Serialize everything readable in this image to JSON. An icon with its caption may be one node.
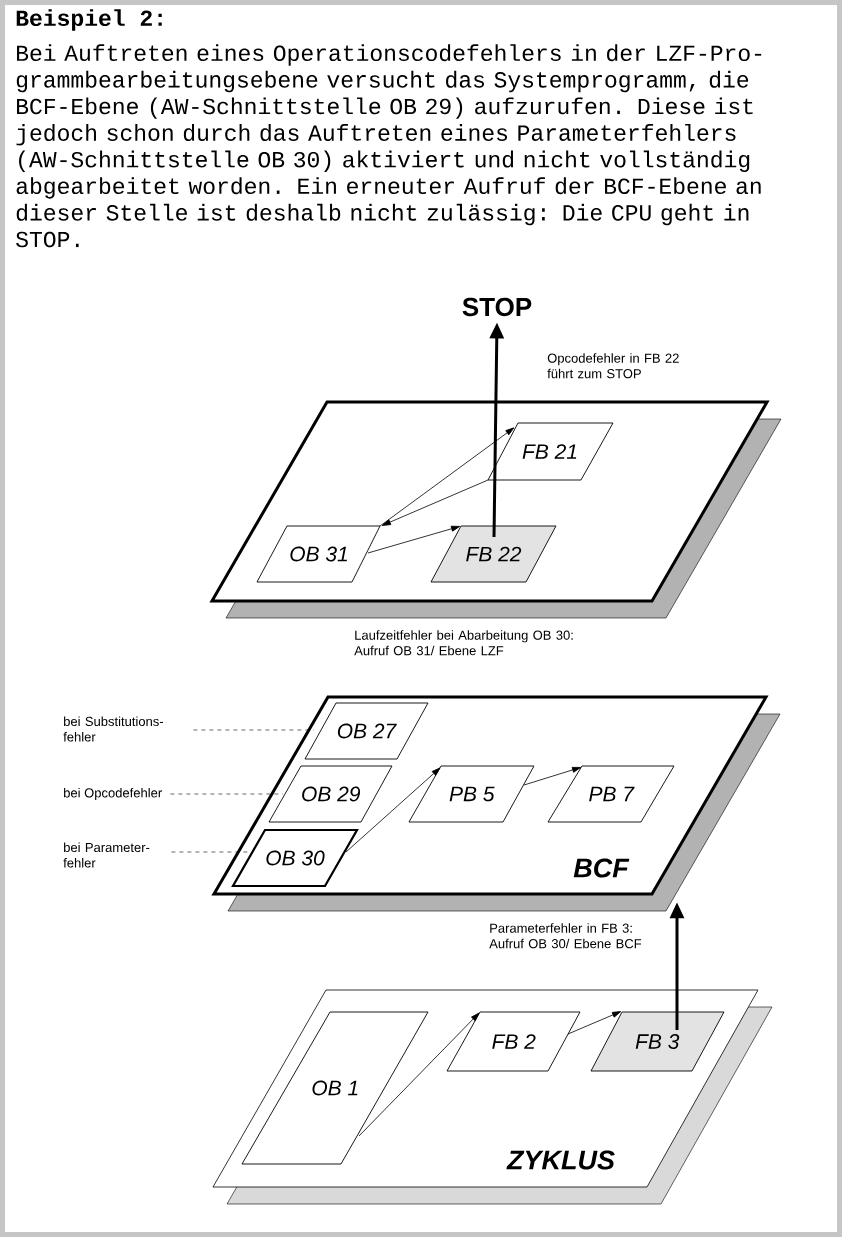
{
  "diagram": {
    "title": "Beispiel 2:",
    "nodes": [
      {
        "text": [
          "STOP"
        ]
      },
      {
        "text": [],
        "shape": "box"
      },
      {
        "text": [
          "FB 21"
        ],
        "in": 1
      },
      {
        "text": [
          "OB 31"
        ],
        "in": 1
      },
      {
        "text": [
          "FB 22"
        ],
        "in": 1
      },
      {
        "text": [
          "BCF"
        ]
      },
      {
        "text": [
          "OB 27"
        ],
        "in": 5
      },
      {
        "text": [
          "OB 29"
        ],
        "in": 5
      },
      {
        "text": [
          "OB 30"
        ],
        "in": 5
      },
      {
        "text": [
          "PB 5"
        ],
        "in": 5
      },
      {
        "text": [
          "PB 7"
        ],
        "in": 5
      },
      {
        "text": [
          "bei Substitutions- fehler"
        ]
      },
      {
        "text": [
          "bei Opcodefehler"
        ]
      },
      {
        "text": [
          "bei Parameter- fehler"
        ]
      },
      {
        "text": [
          "ZYKLUS"
        ]
      },
      {
        "text": [
          "OB 1"
        ],
        "in": 14
      },
      {
        "text": [
          "FB 2"
        ],
        "in": 14
      },
      {
        "text": [
          "FB 3"
        ],
        "in": 14
      }
    ],
    "edges": [
      {
        "from": 4,
        "to": 0,
        "arrow": "to",
        "style": "thick",
        "label": "Opcodefehler in FB 22 führt zum STOP"
      },
      {
        "from": 3,
        "to": 2,
        "arrow": "to"
      },
      {
        "from": 2,
        "to": 3,
        "arrow": "to"
      },
      {
        "from": 3,
        "to": 4,
        "arrow": "to"
      },
      {
        "from": 8,
        "to": 9,
        "arrow": "to"
      },
      {
        "from": 9,
        "to": 10,
        "arrow": "to"
      },
      {
        "from": 11,
        "to": 6,
        "arrow": "none",
        "style": "dashed"
      },
      {
        "from": 12,
        "to": 7,
        "arrow": "none",
        "style": "dashed"
      },
      {
        "from": 13,
        "to": 8,
        "arrow": "none",
        "style": "dashed"
      },
      {
        "from": 15,
        "to": 16,
        "arrow": "to"
      },
      {
        "from": 16,
        "to": 17,
        "arrow": "to"
      },
      {
        "from": 17,
        "to": 5,
        "arrow": "to",
        "style": "thick",
        "label": "Parameterfehler in FB 3: Aufruf OB 30/ Ebene BCF"
      }
    ],
    "labels": [
      "Bei Auftreten eines Operationscodefehlers in der LZF-Pro- grammbearbeitungsebene versucht das Systemprogramm, die BCF-Ebene (AW-Schnittstelle OB 29) aufzurufen. Diese ist jedoch schon durch das Auftreten eines Parameterfehlers (AW-Schnittstelle OB 30) aktiviert und nicht vollständig abgearbeitet worden. Ein erneuter Aufruf der BCF-Ebene an dieser Stelle ist deshalb nicht zulässig: Die CPU geht in STOP.",
      "Laufzeitfehler bei Abarbeitung OB 30: Aufruf OB 31/ Ebene LZF"
    ]
  }
}
